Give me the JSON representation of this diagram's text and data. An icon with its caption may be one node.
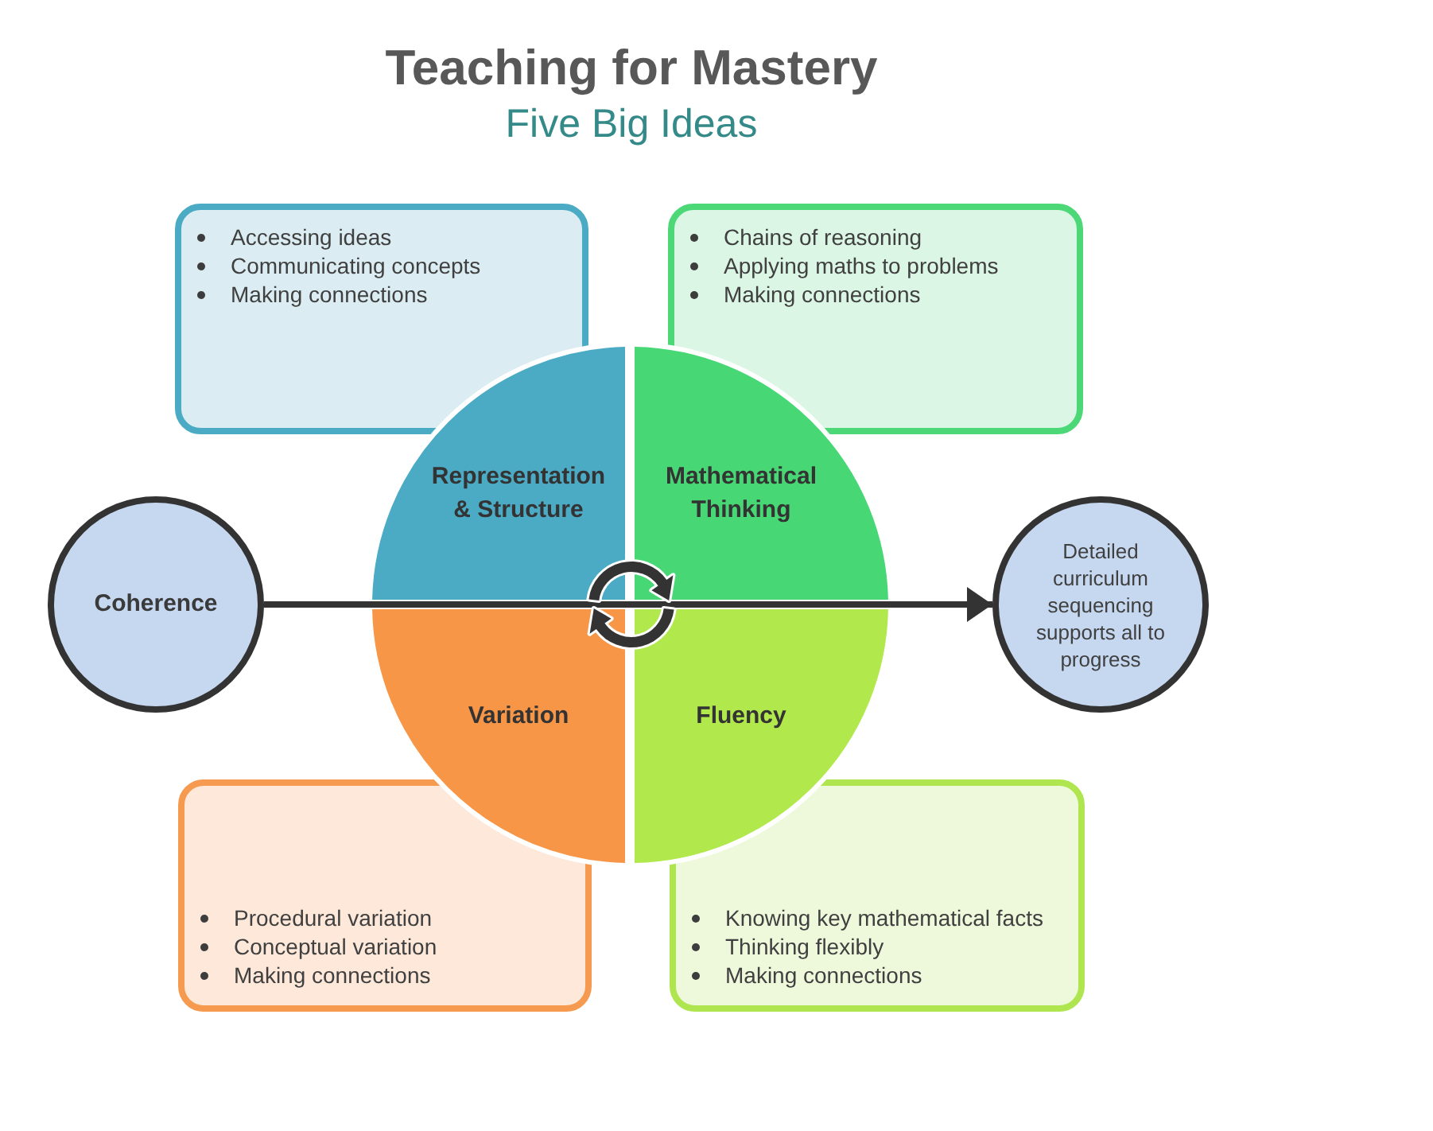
{
  "diagram": {
    "title": "Teaching for Mastery",
    "nodes": [
      {
        "text": [
          "Accessing ideas",
          "Communicating concepts",
          "Making connections"
        ]
      },
      {
        "text": [
          "Chains of reasoning",
          "Applying maths to problems",
          "Making connections"
        ]
      },
      {
        "text": [
          "Coherence"
        ]
      },
      {
        "text": [
          "Representation & Structure"
        ]
      },
      {
        "text": [
          "Mathematical Thinking"
        ]
      },
      {
        "text": [
          "Detailed curriculum sequencing supports all to progress"
        ]
      },
      {
        "text": [
          "Variation"
        ]
      },
      {
        "text": [
          "Fluency"
        ]
      },
      {
        "text": [
          "Procedural variation",
          "Conceptual variation",
          "Making connections"
        ]
      },
      {
        "text": [
          "Knowing key mathematical facts",
          "Thinking flexibly",
          "Making connections"
        ]
      }
    ],
    "edges": [
      {
        "from": 2,
        "to": 5,
        "arrow": "to"
      }
    ],
    "labels": [
      "Five Big Ideas"
    ]
  }
}
